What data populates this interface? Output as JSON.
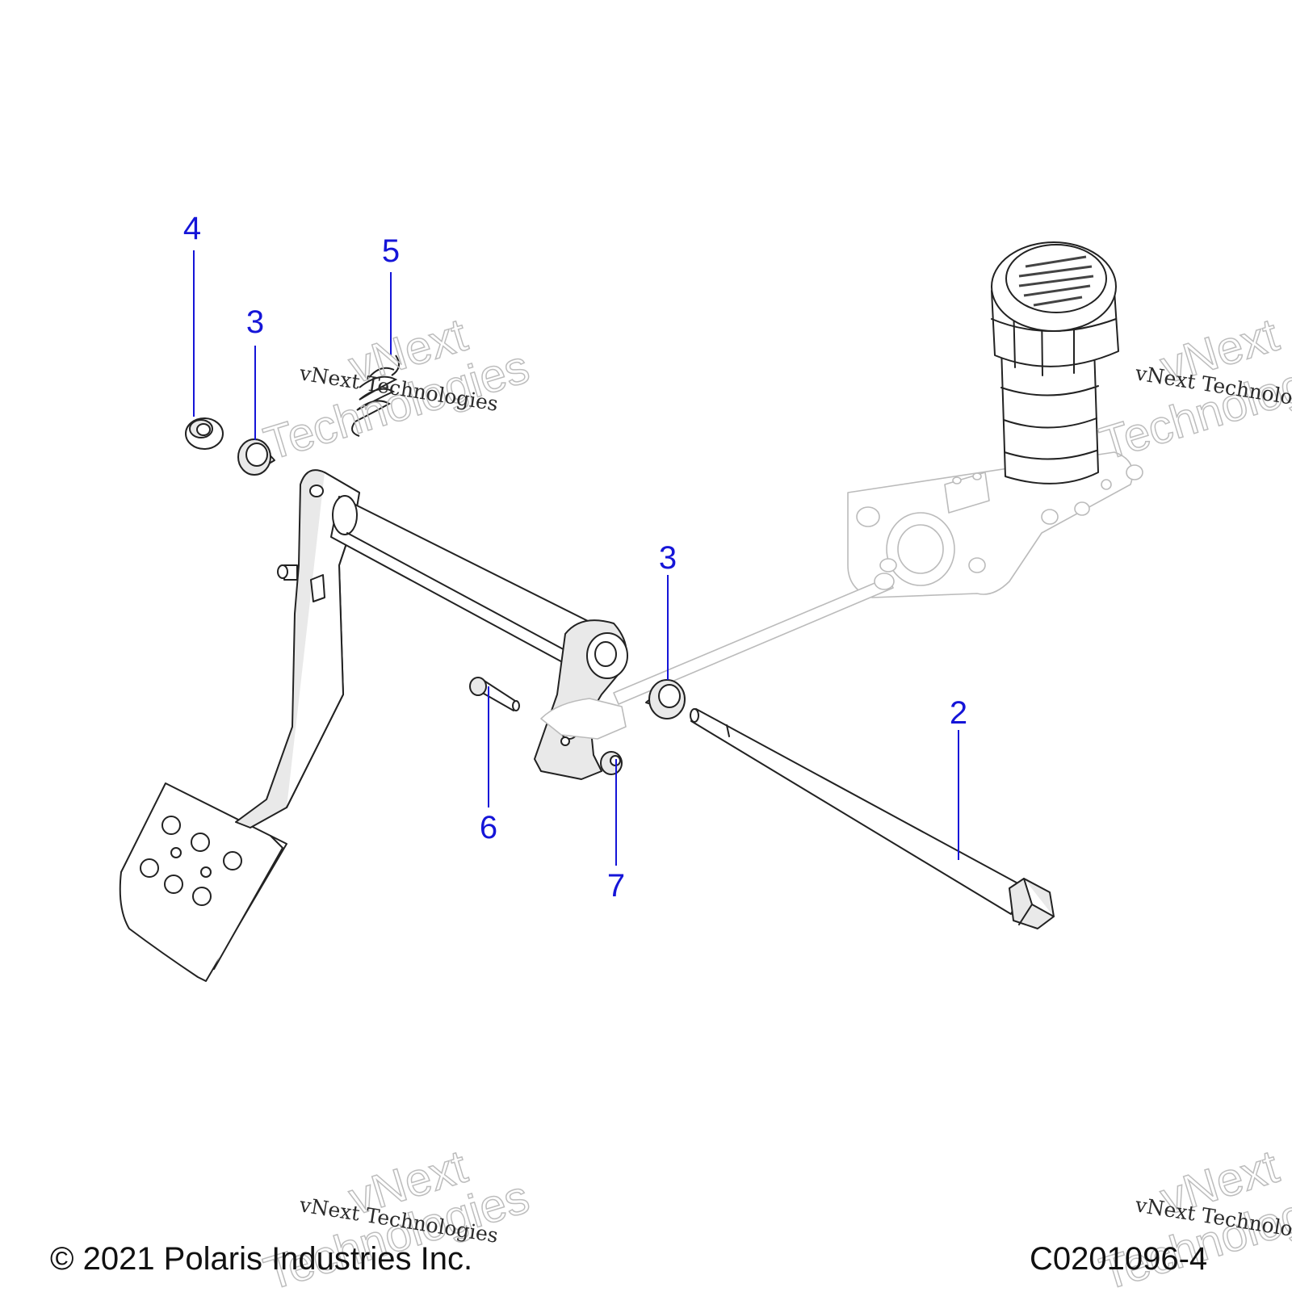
{
  "callouts": {
    "c2": "2",
    "c3a": "3",
    "c3b": "3",
    "c4": "4",
    "c5": "5",
    "c6": "6",
    "c7": "7"
  },
  "watermark": {
    "line": "vNext Technologies",
    "word1": "vNext",
    "word2": "Technologies"
  },
  "footer": {
    "copyright": "© 2021 Polaris Industries Inc.",
    "code": "C0201096-4"
  },
  "colors": {
    "callout": "#1515d8",
    "line": "#222222"
  }
}
